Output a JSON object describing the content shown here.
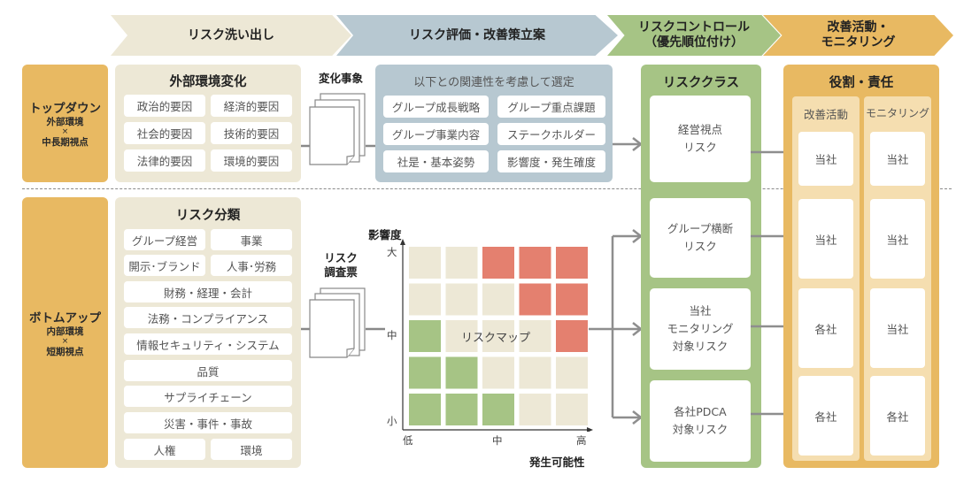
{
  "phases": [
    {
      "label": "リスク洗い出し",
      "color": "#ede8d6"
    },
    {
      "label": "リスク評価・改善策立案",
      "color": "#b7c8d1"
    },
    {
      "label": "リスクコントロール\n（優先順位付け）",
      "line1": "リスクコントロール",
      "line2": "（優先順位付け）",
      "color": "#a6c485"
    },
    {
      "label": "改善活動・モニタリング",
      "line1": "改善活動・",
      "line2": "モニタリング",
      "color": "#e8b962"
    }
  ],
  "top_down": {
    "title": "トップダウン",
    "line1": "外部環境",
    "times": "×",
    "line2": "中長期視点"
  },
  "bottom_up": {
    "title": "ボトムアップ",
    "line1": "内部環境",
    "times": "×",
    "line2": "短期視点"
  },
  "external_env": {
    "title": "外部環境変化",
    "items": [
      "政治的要因",
      "経済的要因",
      "社会的要因",
      "技術的要因",
      "法律的要因",
      "環境的要因"
    ]
  },
  "change_events_label": "変化事象",
  "evaluation": {
    "title": "以下との関連性を考慮して選定",
    "items": [
      "グループ成長戦略",
      "グループ重点課題",
      "グループ事業内容",
      "ステークホルダー",
      "社是・基本姿勢",
      "影響度・発生確度"
    ]
  },
  "risk_categories": {
    "title": "リスク分類",
    "pair1": [
      "グループ経営",
      "事業"
    ],
    "pair2": [
      "開示･ブランド",
      "人事･労務"
    ],
    "singles": [
      "財務・経理・会計",
      "法務・コンプライアンス",
      "情報セキュリティ・システム",
      "品質",
      "サプライチェーン",
      "災害・事件・事故"
    ],
    "pair3": [
      "人権",
      "環境"
    ]
  },
  "survey_label": {
    "line1": "リスク",
    "line2": "調査票"
  },
  "risk_map": {
    "center_label": "リスクマップ",
    "y_title": "影響度",
    "x_title": "発生可能性",
    "y_ticks": [
      "大",
      "中",
      "小"
    ],
    "x_ticks": [
      "低",
      "中",
      "高"
    ],
    "colors": {
      "high": "#e4806f",
      "mid": "#ede8d6",
      "low": "#a6c485"
    },
    "grid_top_to_bottom": [
      [
        "mid",
        "mid",
        "high",
        "high",
        "high"
      ],
      [
        "mid",
        "mid",
        "mid",
        "high",
        "high"
      ],
      [
        "low",
        "mid",
        "mid",
        "mid",
        "high"
      ],
      [
        "low",
        "low",
        "mid",
        "mid",
        "mid"
      ],
      [
        "low",
        "low",
        "low",
        "mid",
        "mid"
      ]
    ]
  },
  "risk_class": {
    "title": "リスククラス",
    "items": [
      {
        "line1": "経営視点",
        "line2": "リスク",
        "line3": ""
      },
      {
        "line1": "グループ横断",
        "line2": "リスク",
        "line3": ""
      },
      {
        "line1": "当社",
        "line2": "モニタリング",
        "line3": "対象リスク"
      },
      {
        "line1": "各社PDCA",
        "line2": "対象リスク",
        "line3": ""
      }
    ]
  },
  "roles": {
    "title": "役割・責任",
    "columns": [
      {
        "title": "改善活動",
        "cells": [
          "当社",
          "当社",
          "各社",
          "各社"
        ]
      },
      {
        "title": "モニタリング",
        "cells": [
          "当社",
          "当社",
          "当社",
          "各社"
        ]
      }
    ]
  }
}
